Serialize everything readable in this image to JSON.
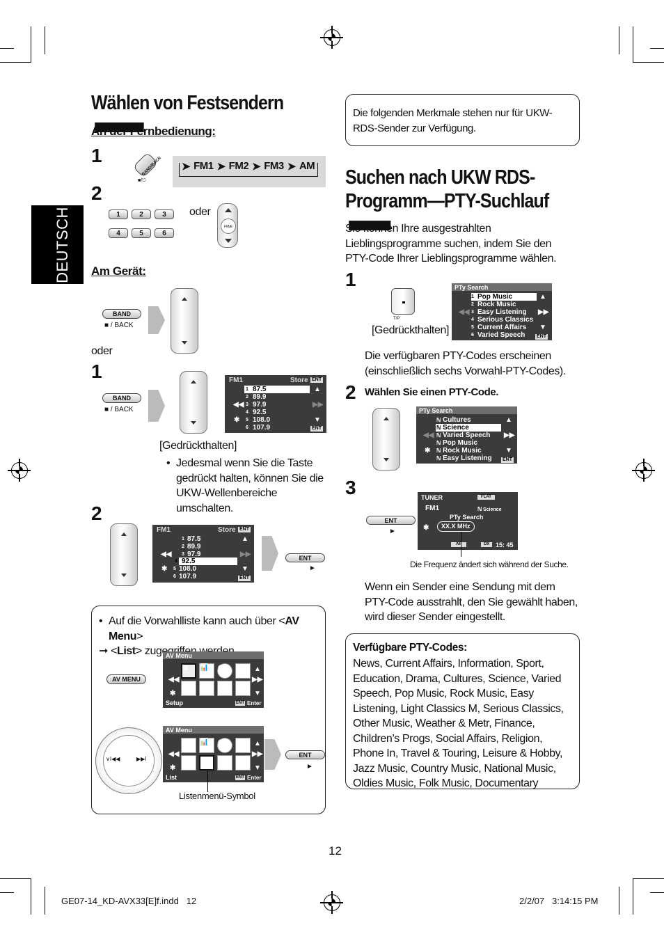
{
  "side_tab": "DEUTSCH",
  "left": {
    "title": "Wählen von Festsendern",
    "remote_heading": "An der Fernbedienung:",
    "band_sequence": [
      "FM1",
      "FM2",
      "FM3",
      "AM"
    ],
    "band_back_icon_label": "BAND/BACK",
    "oder1": "oder",
    "keys": [
      "1",
      "2",
      "3",
      "4",
      "5",
      "6"
    ],
    "device_heading": "Am Gerät:",
    "band_label": "BAND",
    "back_label": "■ / BACK",
    "oder2": "oder",
    "screen1": {
      "band": "FM1",
      "store": "Store",
      "ent": "ENT",
      "rows": [
        "87.5",
        "89.9",
        "97.9",
        "92.5",
        "108.0",
        "107.9"
      ],
      "nums": [
        "1",
        "2",
        "3",
        "4",
        "5",
        "6"
      ]
    },
    "hold_label": "[Gedrückthalten]",
    "hold_bullet": "Jedesmal wenn Sie die Taste gedrückt halten, können Sie die UKW-Wellenbereiche umschalten.",
    "screen2": {
      "band": "FM1",
      "store": "Store",
      "ent": "ENT",
      "rows": [
        "87.5",
        "89.9",
        "97.9",
        "92.5",
        "108.0",
        "107.9"
      ],
      "nums": [
        "1",
        "2",
        "3",
        "4",
        "5",
        "6"
      ]
    },
    "ent_label": "ENT",
    "note_pre": "Auf die Vorwahlliste kann auch über <",
    "note_av": "AV Menu",
    "note_mid": "> ",
    "note_arrow": "➞",
    "note_lt": " <",
    "note_list": "List",
    "note_post": "> zugegriffen werden.",
    "av_menu_btn": "AV MENU",
    "avmenu1": {
      "title": "AV Menu",
      "footer_left": "Setup",
      "footer_right": "Enter",
      "ent": "ENT"
    },
    "avmenu2": {
      "title": "AV Menu",
      "footer_left": "List",
      "footer_right": "Enter",
      "ent": "ENT"
    },
    "list_icon_caption": "Listenmenü-Symbol"
  },
  "right": {
    "notice": "Die folgenden Merkmale stehen nur für UKW-RDS-Sender zur Verfügung.",
    "title_line1": "Suchen nach UKW RDS-",
    "title_line2": "Programm—PTY-Suchlauf",
    "intro": "Sie können Ihre ausgestrahlten Lieblingsprogramme suchen, indem Sie den PTY-Code Ihrer Lieblingsprogramme wählen.",
    "tp_label": "T/P",
    "hold_label": "[Gedrückthalten]",
    "pty1": {
      "title": "PTy Search",
      "rows": [
        "Pop Music",
        "Rock Music",
        "Easy Listening",
        "Serious Classics",
        "Current Affairs",
        "Varied Speech"
      ],
      "nums": [
        "1",
        "2",
        "3",
        "4",
        "5",
        "6"
      ],
      "ent": "ENT"
    },
    "step1_text": "Die verfügbaren PTY-Codes erscheinen (einschließlich sechs Vorwahl-PTY-Codes).",
    "step2_text": "Wählen Sie einen PTY-Code.",
    "pty2": {
      "title": "PTy Search",
      "rows": [
        "Cultures",
        "Science",
        "Varied Speech",
        "Pop Music",
        "Rock Music",
        "Easy Listening"
      ],
      "ent": "ENT"
    },
    "ent_label": "ENT",
    "tuner": {
      "title": "TUNER",
      "flat": "FLAT",
      "band": "FM1",
      "pty": "PTy Search",
      "science": "Science",
      "freq": "XX.X MHz",
      "af": "AF",
      "dx": "DX",
      "time": "15: 45"
    },
    "freq_caption": "Die Frequenz ändert sich während der Suche.",
    "step3_text": "Wenn ein Sender eine Sendung mit dem PTY-Code ausstrahlt, den Sie gewählt haben, wird dieser Sender eingestellt.",
    "codes_heading": "Verfügbare PTY-Codes:",
    "codes_text": "News, Current Affairs, Information, Sport, Education, Drama, Cultures, Science, Varied Speech, Pop Music, Rock Music, Easy Listening, Light Classics M, Serious Classics, Other Music, Weather & Metr, Finance, Children’s Progs, Social Affairs, Religion, Phone In, Travel & Touring, Leisure & Hobby, Jazz Music, Country Music, National Music, Oldies Music, Folk Music, Documentary"
  },
  "page_number": "12",
  "footer_left": "GE07-14_KD-AVX33[E]f.indd   12",
  "footer_right": "2/2/07   3:14:15 PM"
}
